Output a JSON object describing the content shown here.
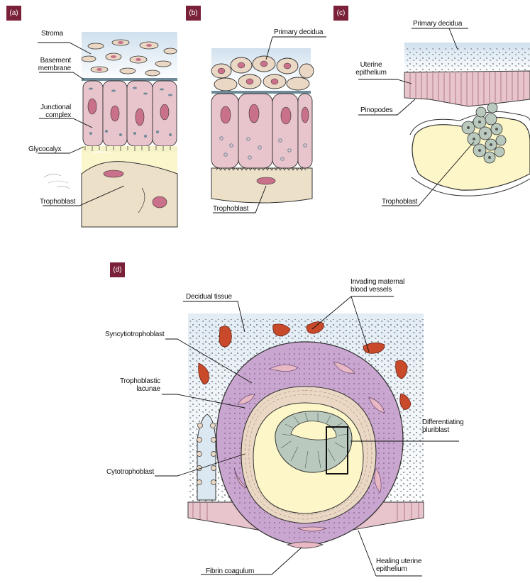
{
  "panels": {
    "a": "(a)",
    "b": "(b)",
    "c": "(c)",
    "d": "(d)"
  },
  "labels": {
    "a": {
      "stroma": "Stroma",
      "basement_membrane": [
        "Basement",
        "membrane"
      ],
      "junctional_complex": [
        "Junctional",
        "complex"
      ],
      "glycocalyx": "Glycocalyx",
      "trophoblast": "Trophoblast"
    },
    "b": {
      "primary_decidua": "Primary decidua",
      "trophoblast": "Trophoblast"
    },
    "c": {
      "primary_decidua": "Primary decidua",
      "uterine_epithelium": [
        "Uterine",
        "epithelium"
      ],
      "pinopodes": "Pinopodes",
      "trophoblast": "Trophoblast"
    },
    "d": {
      "decidual_tissue": "Decidual tissue",
      "invading_vessels": [
        "Invading maternal",
        "blood vessels"
      ],
      "syncytiotrophoblast": "Syncytiotrophoblast",
      "trophoblastic_lacunae": [
        "Trophoblastic",
        "lacunae"
      ],
      "differentiating_pluriblast": [
        "Differentiating",
        "pluriblast"
      ],
      "cytotrophoblast": "Cytotrophoblast",
      "healing_epithelium": [
        "Healing uterine",
        "epithelium"
      ],
      "fibrin_coagulum": "Fibrin coagulum"
    }
  },
  "colors": {
    "tag": "#7a2038",
    "epithelium_cell": "#e8c4cc",
    "nucleus": "#c9708a",
    "stroma_cell": "#e9d9c6",
    "yolk": "#fdf6c8",
    "syncytio": "#c9a6cf",
    "pluriblast": "#b9c9bd",
    "vessel": "#c84a2a",
    "sky": "#dbe8f2"
  }
}
